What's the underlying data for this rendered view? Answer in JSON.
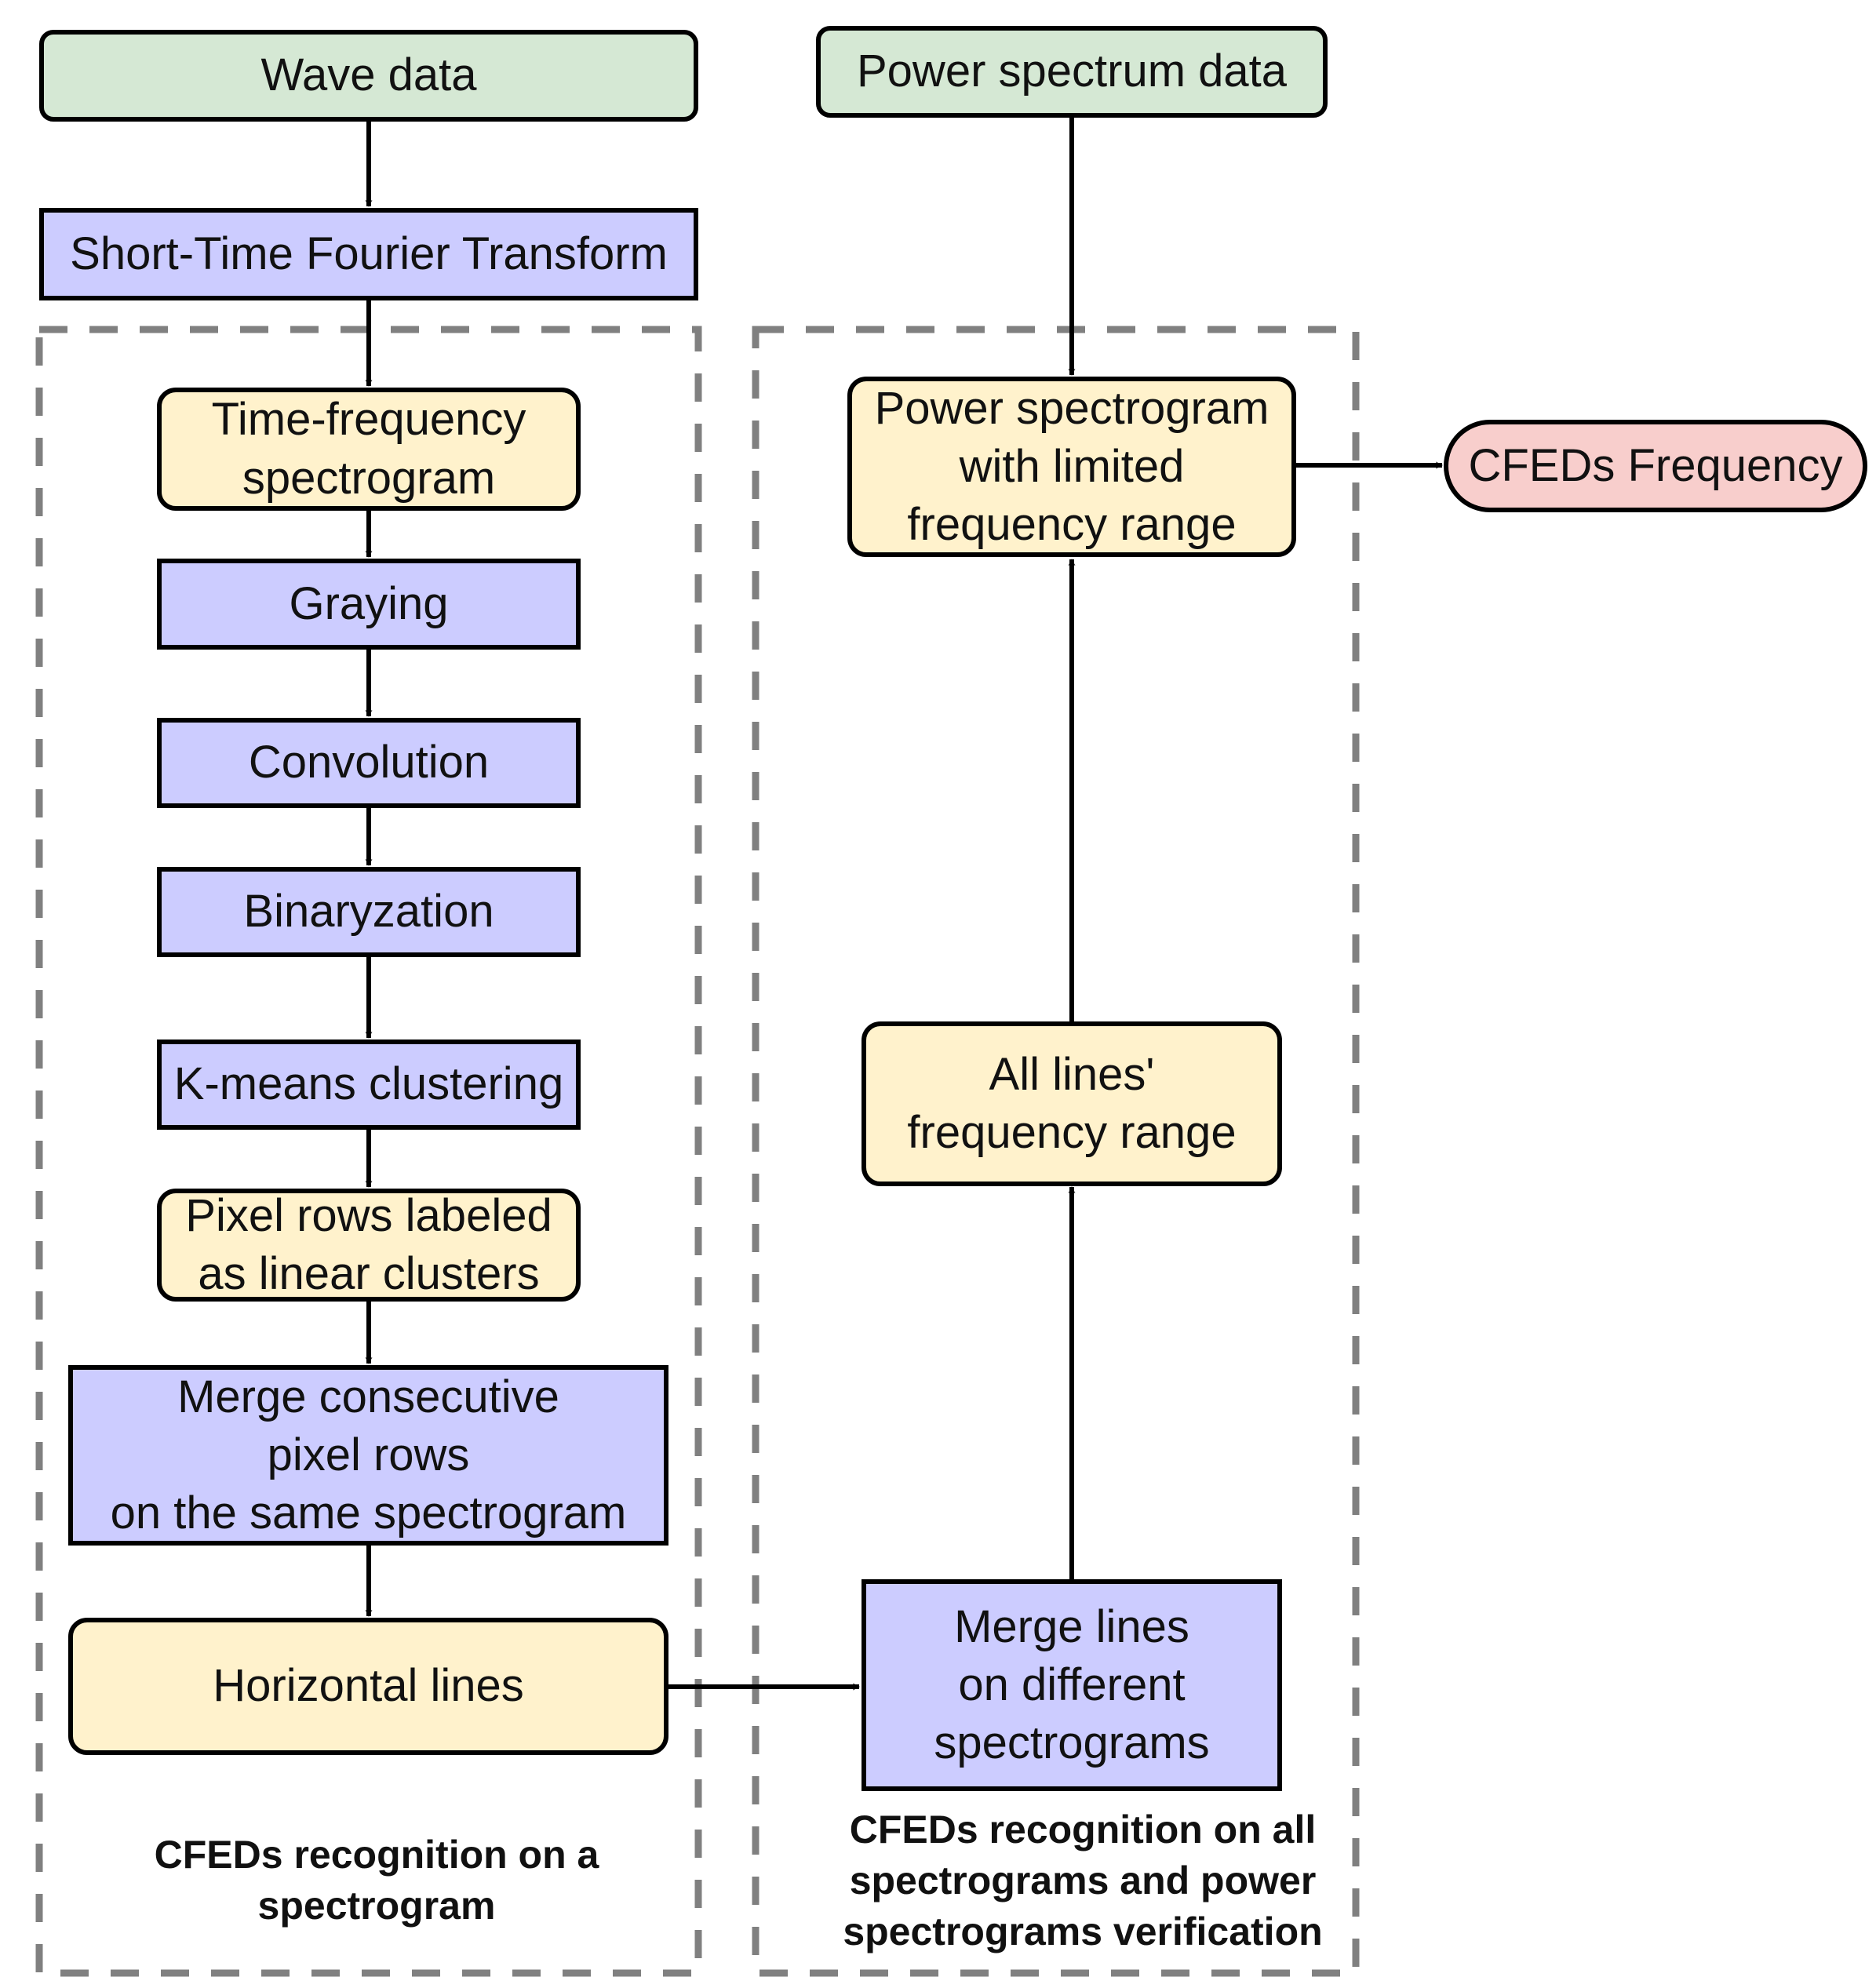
{
  "nodes": {
    "wave_data": "Wave data",
    "power_spectrum_data": "Power spectrum data",
    "stft": "Short-Time Fourier Transform",
    "time_frequency_spectrogram": "Time-frequency\nspectrogram",
    "graying": "Graying",
    "convolution": "Convolution",
    "binaryzation": "Binaryzation",
    "kmeans": "K-means clustering",
    "pixel_rows": "Pixel rows labeled\nas linear clusters",
    "merge_rows": "Merge consecutive\npixel rows\non the same spectrogram",
    "horizontal_lines": "Horizontal lines",
    "power_spectrogram": "Power spectrogram\nwith limited\nfrequency range",
    "cfeds_frequency": "CFEDs Frequency",
    "all_lines_range": "All lines'\nfrequency range",
    "merge_lines": "Merge lines\non different\nspectrograms"
  },
  "groups": {
    "left_caption": "CFEDs recognition on a\nspectrogram",
    "right_caption": "CFEDs recognition on all\nspectrograms and power\nspectrograms verification"
  },
  "colors": {
    "input": "#d5e8d4",
    "process": "#ccccff",
    "result": "#fff2cc",
    "output": "#f8cecc",
    "group_border": "#808080"
  }
}
